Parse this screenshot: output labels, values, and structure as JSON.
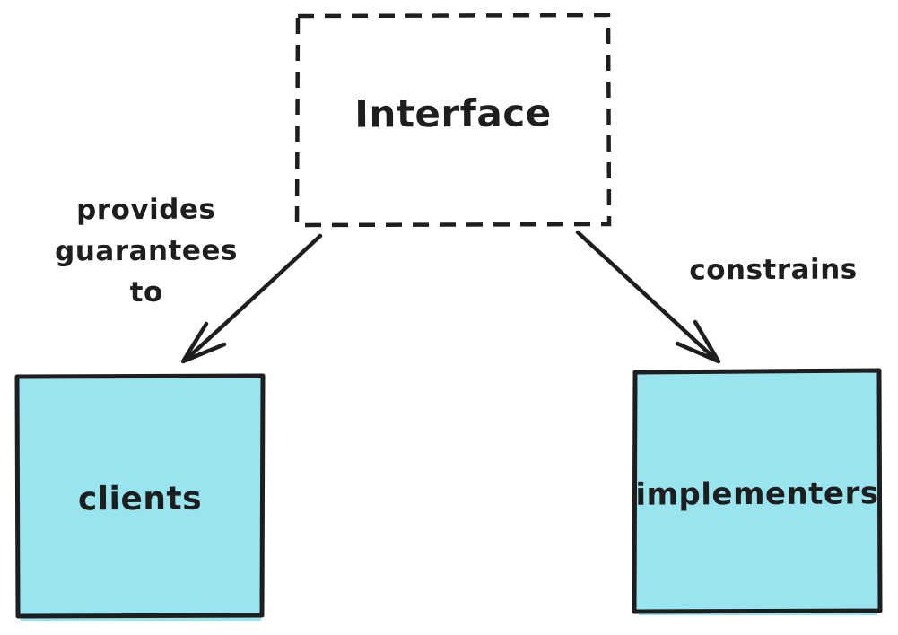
{
  "diagram": {
    "title_node": {
      "label": "Interface",
      "style": "dashed-rectangle"
    },
    "edges": {
      "left": {
        "label_line1": "provides",
        "label_line2": "guarantees",
        "label_line3": "to",
        "from": "Interface",
        "to": "clients"
      },
      "right": {
        "label": "constrains",
        "from": "Interface",
        "to": "implementers"
      }
    },
    "nodes": {
      "clients": {
        "label": "clients"
      },
      "implementers": {
        "label": "implementers"
      }
    },
    "colors": {
      "node_fill": "#99e5ef",
      "stroke": "#1e1e1e",
      "background": "#ffffff"
    }
  }
}
